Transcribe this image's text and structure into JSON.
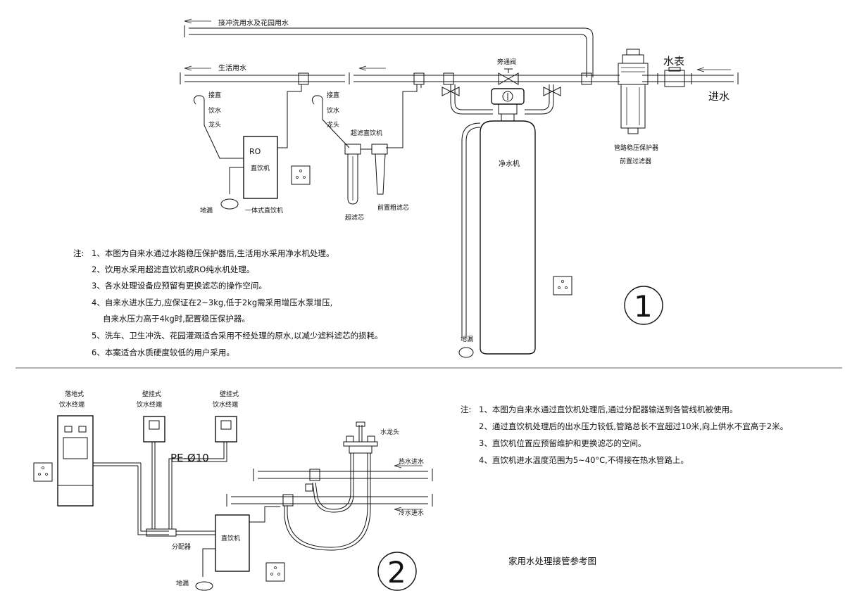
{
  "diagram1": {
    "pipe_top_label": "接冲洗用水及花园用水",
    "pipe_living_label": "生活用水",
    "bypass_valve_label": "旁通阀",
    "meter_label": "水表",
    "inlet_label": "进水",
    "protector_line1": "管路稳压保护器",
    "protector_line2": "前置过滤器",
    "direct_faucet_1": [
      "接直",
      "饮水",
      "龙头"
    ],
    "direct_faucet_2": [
      "接直",
      "饮水",
      "龙头"
    ],
    "ro_unit_line1": "RO",
    "ro_unit_line2": "直饮机",
    "ro_caption": "一体式直饮机",
    "drain_1": "地漏",
    "uf_machine_label": "超滤直饮机",
    "uf_cartridge_label": "超滤芯",
    "pre_filter_label": "前置粗滤芯",
    "purifier_label": "净水机",
    "drain_2": "地漏",
    "circle_number": "1",
    "notes_prefix": "注:",
    "notes": [
      "1、本图为自来水通过水路稳压保护器后,生活用水采用净水机处理。",
      "2、饮用水采用超滤直饮机或RO纯水机处理。",
      "3、各水处理设备应预留有更换滤芯的操作空间。",
      "4、自来水进水压力,应保证在2~3kg,低于2kg需采用增压水泵增压,",
      "自来水压力高于4kg时,配置稳压保护器。",
      "5、洗车、卫生冲洗、花园灌溉适合采用不经处理的原水,以减少滤料滤芯的损耗。",
      "6、本案适合水质硬度较低的用户采用。"
    ]
  },
  "diagram2": {
    "floor_terminal": [
      "落地式",
      "饮水终端"
    ],
    "wall_terminal_1": [
      "壁挂式",
      "饮水终端"
    ],
    "wall_terminal_2": [
      "壁挂式",
      "饮水终端"
    ],
    "pipe_spec": "PE-Ø10",
    "distributor_label": "分配器",
    "direct_drink_label": "直饮机",
    "drain_label": "地漏",
    "faucet_label": "水龙头",
    "hot_inlet_label": "热水进水",
    "cold_inlet_label": "冷水进水",
    "circle_number": "2",
    "notes_prefix": "注:",
    "notes": [
      "1、本图为自来水通过直饮机处理后,通过分配器输送到各管线机被使用。",
      "2、通过直饮机处理后的出水压力较低,管路总长不宜超过10米,向上供水不宜高于2米。",
      "3、直饮机位置应预留维护和更换滤芯的空间。",
      "4、直饮机进水温度范围为5~40°C,不得接在热水管路上。"
    ]
  },
  "drawing_title": "家用水处理接管参考图"
}
